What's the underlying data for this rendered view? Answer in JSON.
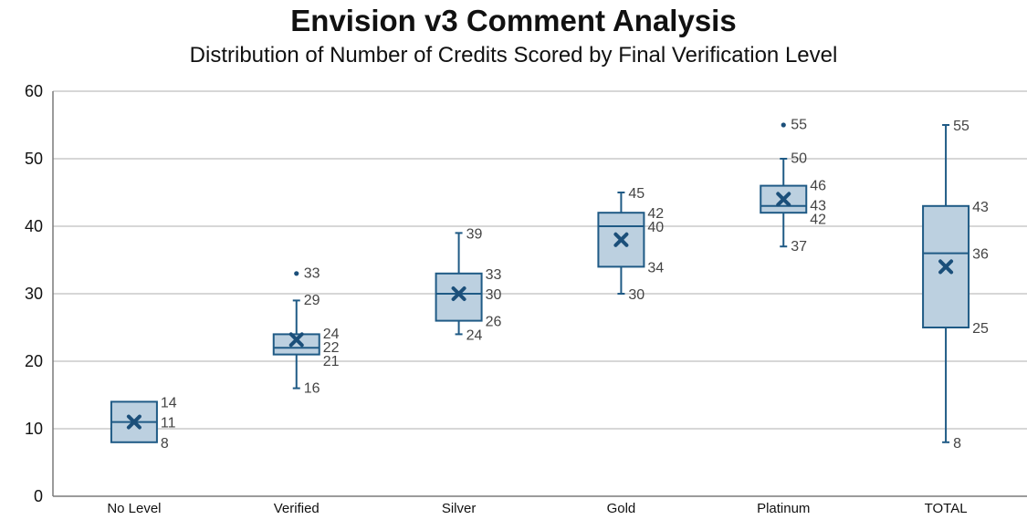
{
  "chart_data": {
    "type": "box",
    "title": "Envision v3 Comment Analysis",
    "subtitle": "Distribution of Number of Credits Scored by Final Verification Level",
    "xlabel": "",
    "ylabel": "",
    "ylim": [
      0,
      60
    ],
    "yticks": [
      0,
      10,
      20,
      30,
      40,
      50,
      60
    ],
    "grid": true,
    "colors": {
      "box_fill": "#bcd0e0",
      "box_stroke": "#1f5a85",
      "mean_marker": "#1b4f7a",
      "grid": "#bfbfbf",
      "label": "#444444"
    },
    "categories": [
      "No Level",
      "Verified",
      "Silver",
      "Gold",
      "Platinum",
      "TOTAL"
    ],
    "boxes": [
      {
        "label": "No Level",
        "min": 8,
        "q1": 8,
        "median": 11,
        "q3": 14,
        "max": 14,
        "mean": 11,
        "outliers": [],
        "labels": {
          "max": "14",
          "median": "11",
          "min": "8"
        }
      },
      {
        "label": "Verified",
        "min": 16,
        "q1": 21,
        "median": 22,
        "q3": 24,
        "max": 29,
        "mean": 23.2,
        "outliers": [
          33
        ],
        "labels": {
          "outlier": "33",
          "max": "29",
          "q3": "24",
          "median": "22",
          "q1": "21",
          "min": "16"
        }
      },
      {
        "label": "Silver",
        "min": 24,
        "q1": 26,
        "median": 30,
        "q3": 33,
        "max": 39,
        "mean": 30,
        "outliers": [],
        "labels": {
          "max": "39",
          "q3": "33",
          "median": "30",
          "q1": "26",
          "min": "24"
        }
      },
      {
        "label": "Gold",
        "min": 30,
        "q1": 34,
        "median": 40,
        "q3": 42,
        "max": 45,
        "mean": 38,
        "outliers": [],
        "labels": {
          "max": "45",
          "q3": "42",
          "median": "40",
          "q1": "34",
          "min": "30"
        }
      },
      {
        "label": "Platinum",
        "min": 37,
        "q1": 42,
        "median": 43,
        "q3": 46,
        "max": 50,
        "mean": 44,
        "outliers": [
          55
        ],
        "labels": {
          "outlier": "55",
          "max": "50",
          "q3": "46",
          "median": "43",
          "q1": "42",
          "min": "37"
        }
      },
      {
        "label": "TOTAL",
        "min": 8,
        "q1": 25,
        "median": 36,
        "q3": 43,
        "max": 55,
        "mean": 34,
        "outliers": [],
        "labels": {
          "max": "55",
          "q3": "43",
          "median": "36",
          "q1": "25",
          "min": "8"
        }
      }
    ]
  }
}
